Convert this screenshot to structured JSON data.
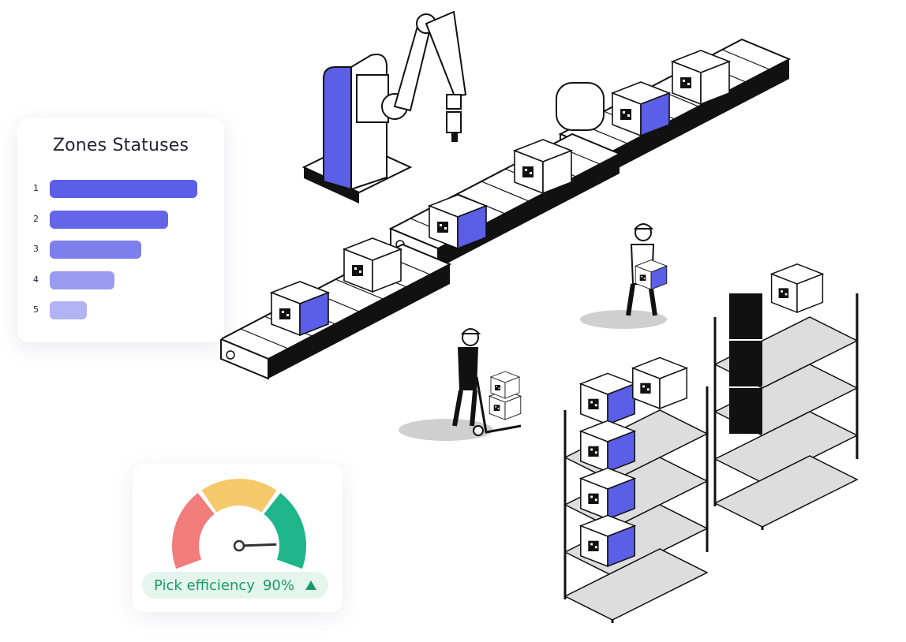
{
  "zones": {
    "title": "Zones Statuses",
    "items": [
      {
        "label": "1",
        "value": 1.0,
        "color": "#5b5ee6"
      },
      {
        "label": "2",
        "value": 0.8,
        "color": "#6466e8"
      },
      {
        "label": "3",
        "value": 0.62,
        "color": "#7d7fed"
      },
      {
        "label": "4",
        "value": 0.44,
        "color": "#9a9cf1"
      },
      {
        "label": "5",
        "value": 0.25,
        "color": "#b2b3f5"
      }
    ]
  },
  "gauge": {
    "label": "Pick efficiency",
    "value_text": "90%",
    "value": 0.9,
    "trend_icon": "triangle-up-icon",
    "segment_colors": [
      "#f27b7b",
      "#f6c96a",
      "#1eb58a"
    ]
  },
  "colors": {
    "accent": "#5b5ee6",
    "ink": "#1a1a1a",
    "success": "#1a9a66"
  }
}
